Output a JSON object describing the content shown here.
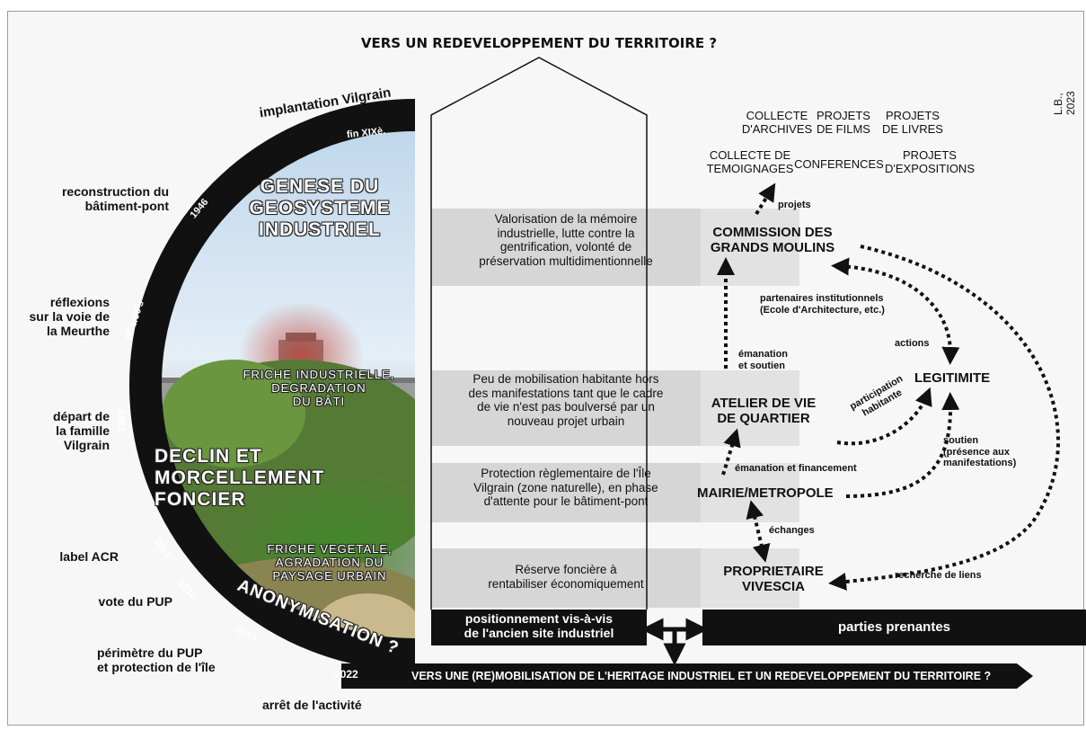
{
  "header": {
    "title": "VERS UN REDEVELOPPEMENT DU TERRITOIRE ?",
    "credit": "L.B., 2023"
  },
  "timeline": {
    "top_event": "implantation Vilgrain",
    "events": [
      {
        "year": "fin XIXè.",
        "label": ""
      },
      {
        "year": "1946",
        "label": "reconstruction du\nbâtiment-pont"
      },
      {
        "year": "80's/90's",
        "label": "réflexions\nsur la voie de\nla Meurthe"
      },
      {
        "year": "1989",
        "label": "départ de\nla famille\nVilgrain"
      },
      {
        "year": "2015",
        "label": "label ACR"
      },
      {
        "year": "2016",
        "label": "vote du PUP"
      },
      {
        "year": "2019",
        "label": "périmètre du PUP\net protection de l'île"
      },
      {
        "year": "2022",
        "label": "arrêt de l'activité"
      }
    ]
  },
  "photo_labels": {
    "genese": "GENESE DU\nGEOSYSTEME\nINDUSTRIEL",
    "friche_ind": "FRICHE INDUSTRIELLE,\nDEGRADATION\nDU BÂTI",
    "declin": "DECLIN ET\nMORCELLEMENT\nFONCIER",
    "friche_veg": "FRICHE VEGETALE,\nAGRADATION DU\nPAYSAGE URBAIN",
    "anonym": "ANONYMISATION ?"
  },
  "positionnement": {
    "rows": [
      "Valorisation de la mémoire\nindustrielle, lutte contre la\ngentrification, volonté de\npréservation multidimentionnelle",
      "Peu de mobilisation habitante hors\ndes manifestations tant que le cadre\nde vie n'est pas boulversé par un\nnouveau projet urbain",
      "Protection règlementaire de l'Île\nVilgrain (zone naturelle), en phase\nd'attente pour le bâtiment-pont",
      "Réserve foncière à\nrentabiliser économiquement"
    ],
    "footer": "positionnement vis-à-vis\nde l'ancien site industriel"
  },
  "stakeholders": {
    "footer": "parties prenantes",
    "projects": [
      "COLLECTE\nD'ARCHIVES",
      "PROJETS\nDE FILMS",
      "PROJETS\nDE LIVRES",
      "COLLECTE DE\nTEMOIGNAGES",
      "CONFERENCES",
      "PROJETS\nD'EXPOSITIONS"
    ],
    "nodes": {
      "commission": "COMMISSION DES\nGRANDS MOULINS",
      "atelier": "ATELIER DE VIE\nDE QUARTIER",
      "mairie": "MAIRIE/METROPOLE",
      "proprietaire": "PROPRIETAIRE\nVIVESCIA",
      "legitimite": "LEGITIMITE"
    },
    "links": {
      "projets": "projets",
      "partenaires": "partenaires institutionnels\n(Ecole d'Architecture, etc.)",
      "actions": "actions",
      "emanation_soutien": "émanation\net soutien",
      "participation": "participation\nhabitante",
      "emanation_financement": "émanation et financement",
      "soutien": "soutien\n(présence aux\nmanifestations)",
      "echanges": "échanges",
      "recherche": "recherche de liens"
    }
  },
  "bottom_arrow": "VERS UNE (RE)MOBILISATION DE L'HERITAGE INDUSTRIEL ET UN REDEVELOPPEMENT DU TERRITOIRE ?",
  "colors": {
    "band": "#d6d6d6",
    "black": "#111111",
    "sky": "#cfe2f3",
    "tree": "#4e8a33",
    "red_glow": "#c0392b"
  }
}
